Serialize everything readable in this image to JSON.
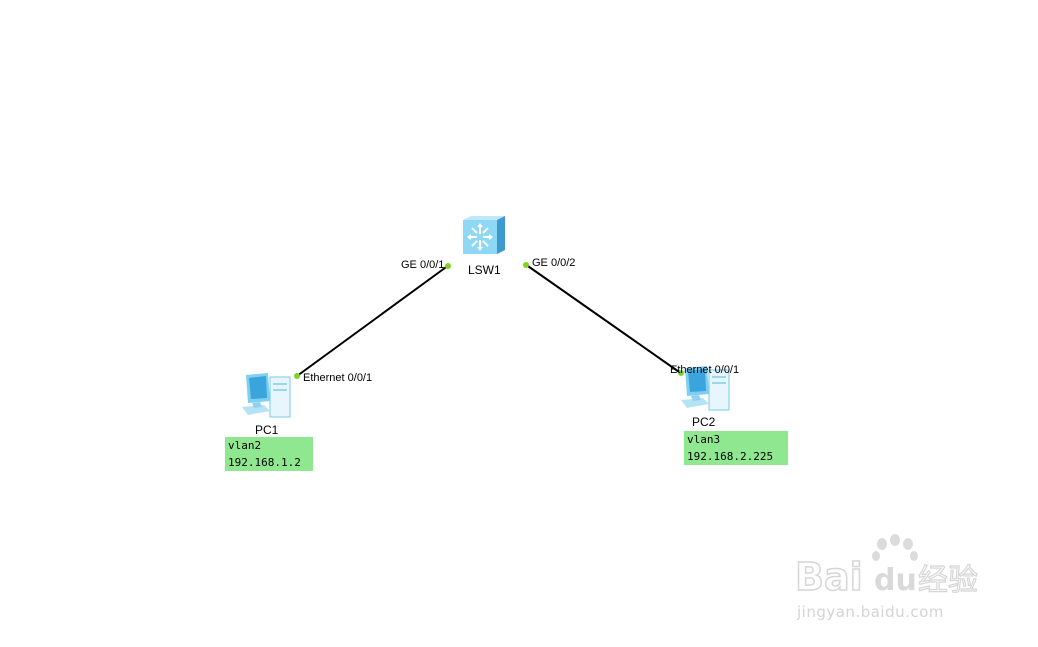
{
  "devices": {
    "switch": {
      "name": "LSW1",
      "icon": "layer3-switch-icon"
    },
    "pc1": {
      "name": "PC1",
      "icon": "pc-icon",
      "note_lines": [
        "vlan2",
        "192.168.1.2"
      ]
    },
    "pc2": {
      "name": "PC2",
      "icon": "pc-icon",
      "note_lines": [
        "vlan3",
        "192.168.2.225"
      ]
    }
  },
  "links": [
    {
      "from": "LSW1",
      "from_port": "GE 0/0/1",
      "to": "PC1",
      "to_port": "Ethernet 0/0/1"
    },
    {
      "from": "LSW1",
      "from_port": "GE 0/0/2",
      "to": "PC2",
      "to_port": "Ethernet 0/0/1"
    }
  ],
  "colors": {
    "link_line": "#000000",
    "port_dot": "#7ed321",
    "note_bg": "#8fe88f",
    "device_blue": "#6fc8ee"
  },
  "watermark": {
    "brand": "Baidu经验",
    "url": "jingyan.baidu.com"
  }
}
